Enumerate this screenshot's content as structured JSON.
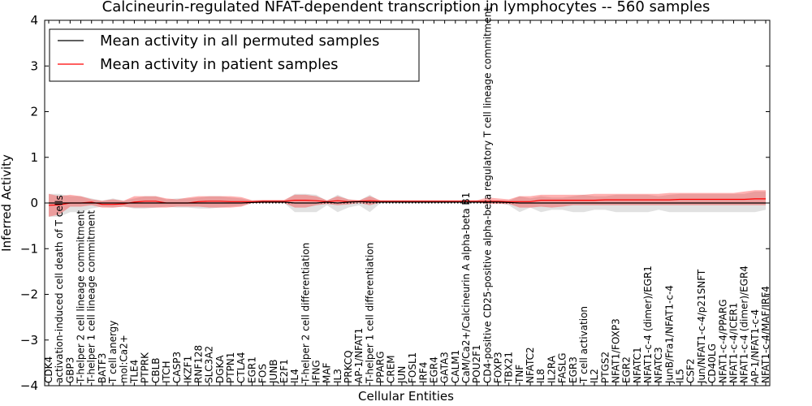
{
  "chart_data": {
    "type": "line",
    "title": "Calcineurin-regulated NFAT-dependent transcription in lymphocytes -- 560 samples",
    "xlabel": "Cellular Entities",
    "ylabel": "Inferred Activity",
    "ylim": [
      -4,
      4
    ],
    "yticks": [
      -4,
      -3,
      -2,
      -1,
      0,
      1,
      2,
      3,
      4
    ],
    "grid": false,
    "legend_position": "top-left",
    "categories": [
      "CDK4",
      "activation-induced cell death of T cells",
      "GBP3",
      "T-helper 2 cell lineage commitment",
      "T-helper 1 cell lineage commitment",
      "BATF3",
      "T cell anergy",
      "mol:Ca2+",
      "TLE4",
      "PTPRK",
      "CBLB",
      "ITCH",
      "CASP3",
      "IKZF1",
      "RNF128",
      "SLC3A2",
      "DGKA",
      "PTPN1",
      "CTLA4",
      "EGR1",
      "FOS",
      "JUNB",
      "E2F1",
      "IL4",
      "T-helper 2 cell differentiation",
      "IFNG",
      "MAF",
      "IL3",
      "PRKCQ",
      "AP-1/NFAT1",
      "T-helper 1 cell differentiation",
      "PPARG",
      "CREM",
      "JUN",
      "FOSL1",
      "IRF4",
      "EGR4",
      "GATA3",
      "CALM1",
      "CaM/Ca2+/Calcineurin A alpha-beta B1",
      "POU2F1",
      "CD4-positive CD25-positive alpha-beta regulatory T cell lineage commitment",
      "FOXP3",
      "TBX21",
      "TNF",
      "NFATC2",
      "IL8",
      "IL2RA",
      "FASLG",
      "EGR3",
      "T cell activation",
      "IL2",
      "PTGS2",
      "NFAT1/FOXP3",
      "EGR2",
      "NFATC1",
      "NFAT1-c-4 (dimer)/EGR1",
      "NFATC3",
      "JunB/Fra1/NFAT1-c-4",
      "IL5",
      "CSF2",
      "Jun/NFAT1-c-4/p21SNFT",
      "CD40LG",
      "NFAT1-c-4/PPARG",
      "NFAT1-c-4/ICER1",
      "NFAT1-c-4 (dimer)/EGR4",
      "AP-1/NFAT1-c-4",
      "NFAT1-c-4/MAF/IRF4"
    ],
    "series": [
      {
        "name": "Mean activity in all permuted samples",
        "color": "#000000",
        "values": [
          0,
          0,
          0,
          0,
          0,
          0,
          0,
          0,
          0,
          0,
          0,
          0,
          0,
          0,
          0,
          0,
          0,
          0,
          0,
          0.01,
          0.02,
          0.02,
          0.02,
          0,
          0,
          0,
          0.02,
          0,
          0.02,
          0.03,
          0.02,
          0.02,
          0.02,
          0.02,
          0.02,
          0.02,
          0.02,
          0.02,
          0.02,
          0.02,
          0.02,
          0.02,
          0.02,
          0.01,
          0,
          0,
          0,
          0,
          0,
          0,
          0,
          0,
          0,
          0,
          0,
          0,
          0,
          0,
          0,
          0,
          0,
          0,
          0,
          0,
          0,
          0,
          0,
          0
        ],
        "band_lower": [
          -0.3,
          -0.3,
          -0.2,
          -0.2,
          -0.12,
          -0.08,
          -0.1,
          -0.08,
          -0.12,
          -0.12,
          -0.1,
          -0.08,
          -0.1,
          -0.1,
          -0.12,
          -0.12,
          -0.1,
          -0.08,
          -0.06,
          0,
          0,
          0,
          0,
          -0.2,
          -0.2,
          -0.2,
          -0.05,
          -0.2,
          -0.1,
          -0.05,
          -0.2,
          0,
          0,
          0,
          0,
          0,
          0,
          0,
          0,
          0,
          0,
          0,
          0,
          -0.05,
          -0.2,
          -0.1,
          -0.2,
          -0.15,
          -0.15,
          -0.2,
          -0.2,
          -0.15,
          -0.15,
          -0.2,
          -0.2,
          -0.2,
          -0.2,
          -0.15,
          -0.2,
          -0.2,
          -0.2,
          -0.2,
          -0.2,
          -0.2,
          -0.2,
          -0.2,
          -0.2,
          -0.15
        ],
        "band_upper": [
          0.2,
          0.2,
          0.15,
          0.15,
          0.1,
          0.05,
          0.1,
          0.05,
          0.1,
          0.15,
          0.15,
          0.08,
          0.1,
          0.1,
          0.12,
          0.15,
          0.15,
          0.12,
          0.1,
          0.05,
          0.05,
          0.05,
          0.05,
          0.2,
          0.2,
          0.18,
          0.05,
          0.18,
          0.08,
          0.05,
          0.18,
          0.03,
          0.03,
          0.03,
          0.03,
          0.03,
          0.03,
          0.03,
          0.03,
          0.03,
          0.03,
          0.03,
          0.03,
          0.05,
          0.15,
          0.1,
          0.15,
          0.12,
          0.12,
          0.15,
          0.18,
          0.15,
          0.15,
          0.18,
          0.18,
          0.18,
          0.18,
          0.15,
          0.18,
          0.2,
          0.2,
          0.2,
          0.2,
          0.2,
          0.2,
          0.2,
          0.25,
          0.25
        ]
      },
      {
        "name": "Mean activity in patient samples",
        "color": "#ff0000",
        "values": [
          -0.05,
          -0.04,
          0,
          0,
          0.02,
          -0.03,
          -0.03,
          -0.02,
          0.02,
          0.04,
          0.04,
          0,
          0,
          0,
          0.03,
          0.04,
          0.04,
          0.03,
          0.03,
          0.03,
          0.04,
          0.04,
          0.04,
          0.06,
          0.06,
          0.05,
          0.03,
          0.05,
          0.03,
          0.04,
          0.05,
          0.04,
          0.04,
          0.04,
          0.04,
          0.04,
          0.04,
          0.04,
          0.04,
          0.04,
          0.04,
          0.04,
          0.04,
          0.03,
          0.03,
          0.03,
          0.06,
          0.06,
          0.06,
          0.06,
          0.06,
          0.06,
          0.07,
          0.07,
          0.07,
          0.07,
          0.07,
          0.07,
          0.07,
          0.08,
          0.08,
          0.08,
          0.08,
          0.08,
          0.08,
          0.08,
          0.09,
          0.09
        ],
        "band_lower": [
          -0.3,
          -0.25,
          -0.08,
          -0.08,
          -0.05,
          -0.1,
          -0.1,
          -0.08,
          -0.1,
          -0.1,
          -0.1,
          -0.1,
          -0.08,
          -0.08,
          -0.08,
          -0.1,
          -0.1,
          -0.1,
          -0.08,
          0,
          0,
          0,
          0,
          -0.1,
          -0.1,
          -0.05,
          -0.02,
          -0.05,
          -0.03,
          0,
          -0.05,
          0.01,
          0.01,
          0.01,
          0.01,
          0.01,
          0.01,
          0.01,
          0.01,
          0.01,
          0.01,
          -0.02,
          -0.02,
          -0.02,
          -0.1,
          -0.1,
          -0.08,
          -0.1,
          -0.08,
          -0.05,
          -0.05,
          -0.05,
          -0.05,
          -0.05,
          -0.05,
          -0.05,
          -0.05,
          -0.05,
          -0.05,
          -0.05,
          -0.05,
          -0.05,
          -0.05,
          -0.05,
          -0.05,
          -0.05,
          -0.05,
          -0.05
        ],
        "band_upper": [
          0.2,
          0.15,
          0.18,
          0.15,
          0.08,
          0.05,
          0.08,
          0.05,
          0.15,
          0.15,
          0.15,
          0.1,
          0.08,
          0.12,
          0.15,
          0.15,
          0.15,
          0.15,
          0.13,
          0.06,
          0.07,
          0.07,
          0.07,
          0.18,
          0.18,
          0.15,
          0.06,
          0.15,
          0.08,
          0.06,
          0.15,
          0.06,
          0.06,
          0.06,
          0.06,
          0.06,
          0.06,
          0.06,
          0.06,
          0.06,
          0.06,
          0.12,
          0.1,
          0.08,
          0.15,
          0.15,
          0.18,
          0.18,
          0.18,
          0.18,
          0.18,
          0.2,
          0.2,
          0.2,
          0.2,
          0.2,
          0.2,
          0.2,
          0.22,
          0.22,
          0.22,
          0.22,
          0.22,
          0.22,
          0.22,
          0.25,
          0.28,
          0.28
        ]
      }
    ],
    "reference_line": 0
  }
}
